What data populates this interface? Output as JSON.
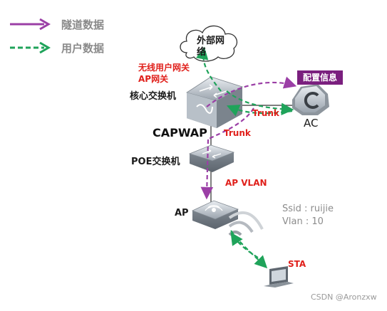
{
  "legend": {
    "tunnel_label": "隧道数据",
    "user_label": "用户数据",
    "tunnel_color": "#9b3fa6",
    "user_color": "#1fa35a"
  },
  "cloud": {
    "label_line1": "外部网",
    "label_line2": "络"
  },
  "core_switch": {
    "label": "核心交换机",
    "wireless_gw_label": "无线用户网关",
    "ap_gw_label": "AP网关"
  },
  "config_tag": "配置信息",
  "ac": {
    "label": "AC"
  },
  "links": {
    "trunk_core_ac": "Trunk",
    "trunk_core_poe": "Trunk",
    "ap_vlan": "AP VLAN"
  },
  "capwap_label": "CAPWAP",
  "poe_switch": {
    "label": "POE交换机"
  },
  "ap": {
    "label": "AP",
    "ssid": "Ssid : ruijie",
    "vlan": "Vlan : 10"
  },
  "sta": {
    "label": "STA"
  },
  "watermark": "CSDN @Aronzxw",
  "icons": [
    "cloud-icon",
    "core-switch-icon",
    "ac-controller-icon",
    "poe-switch-icon",
    "access-point-icon",
    "wifi-signal-icon",
    "laptop-icon"
  ]
}
